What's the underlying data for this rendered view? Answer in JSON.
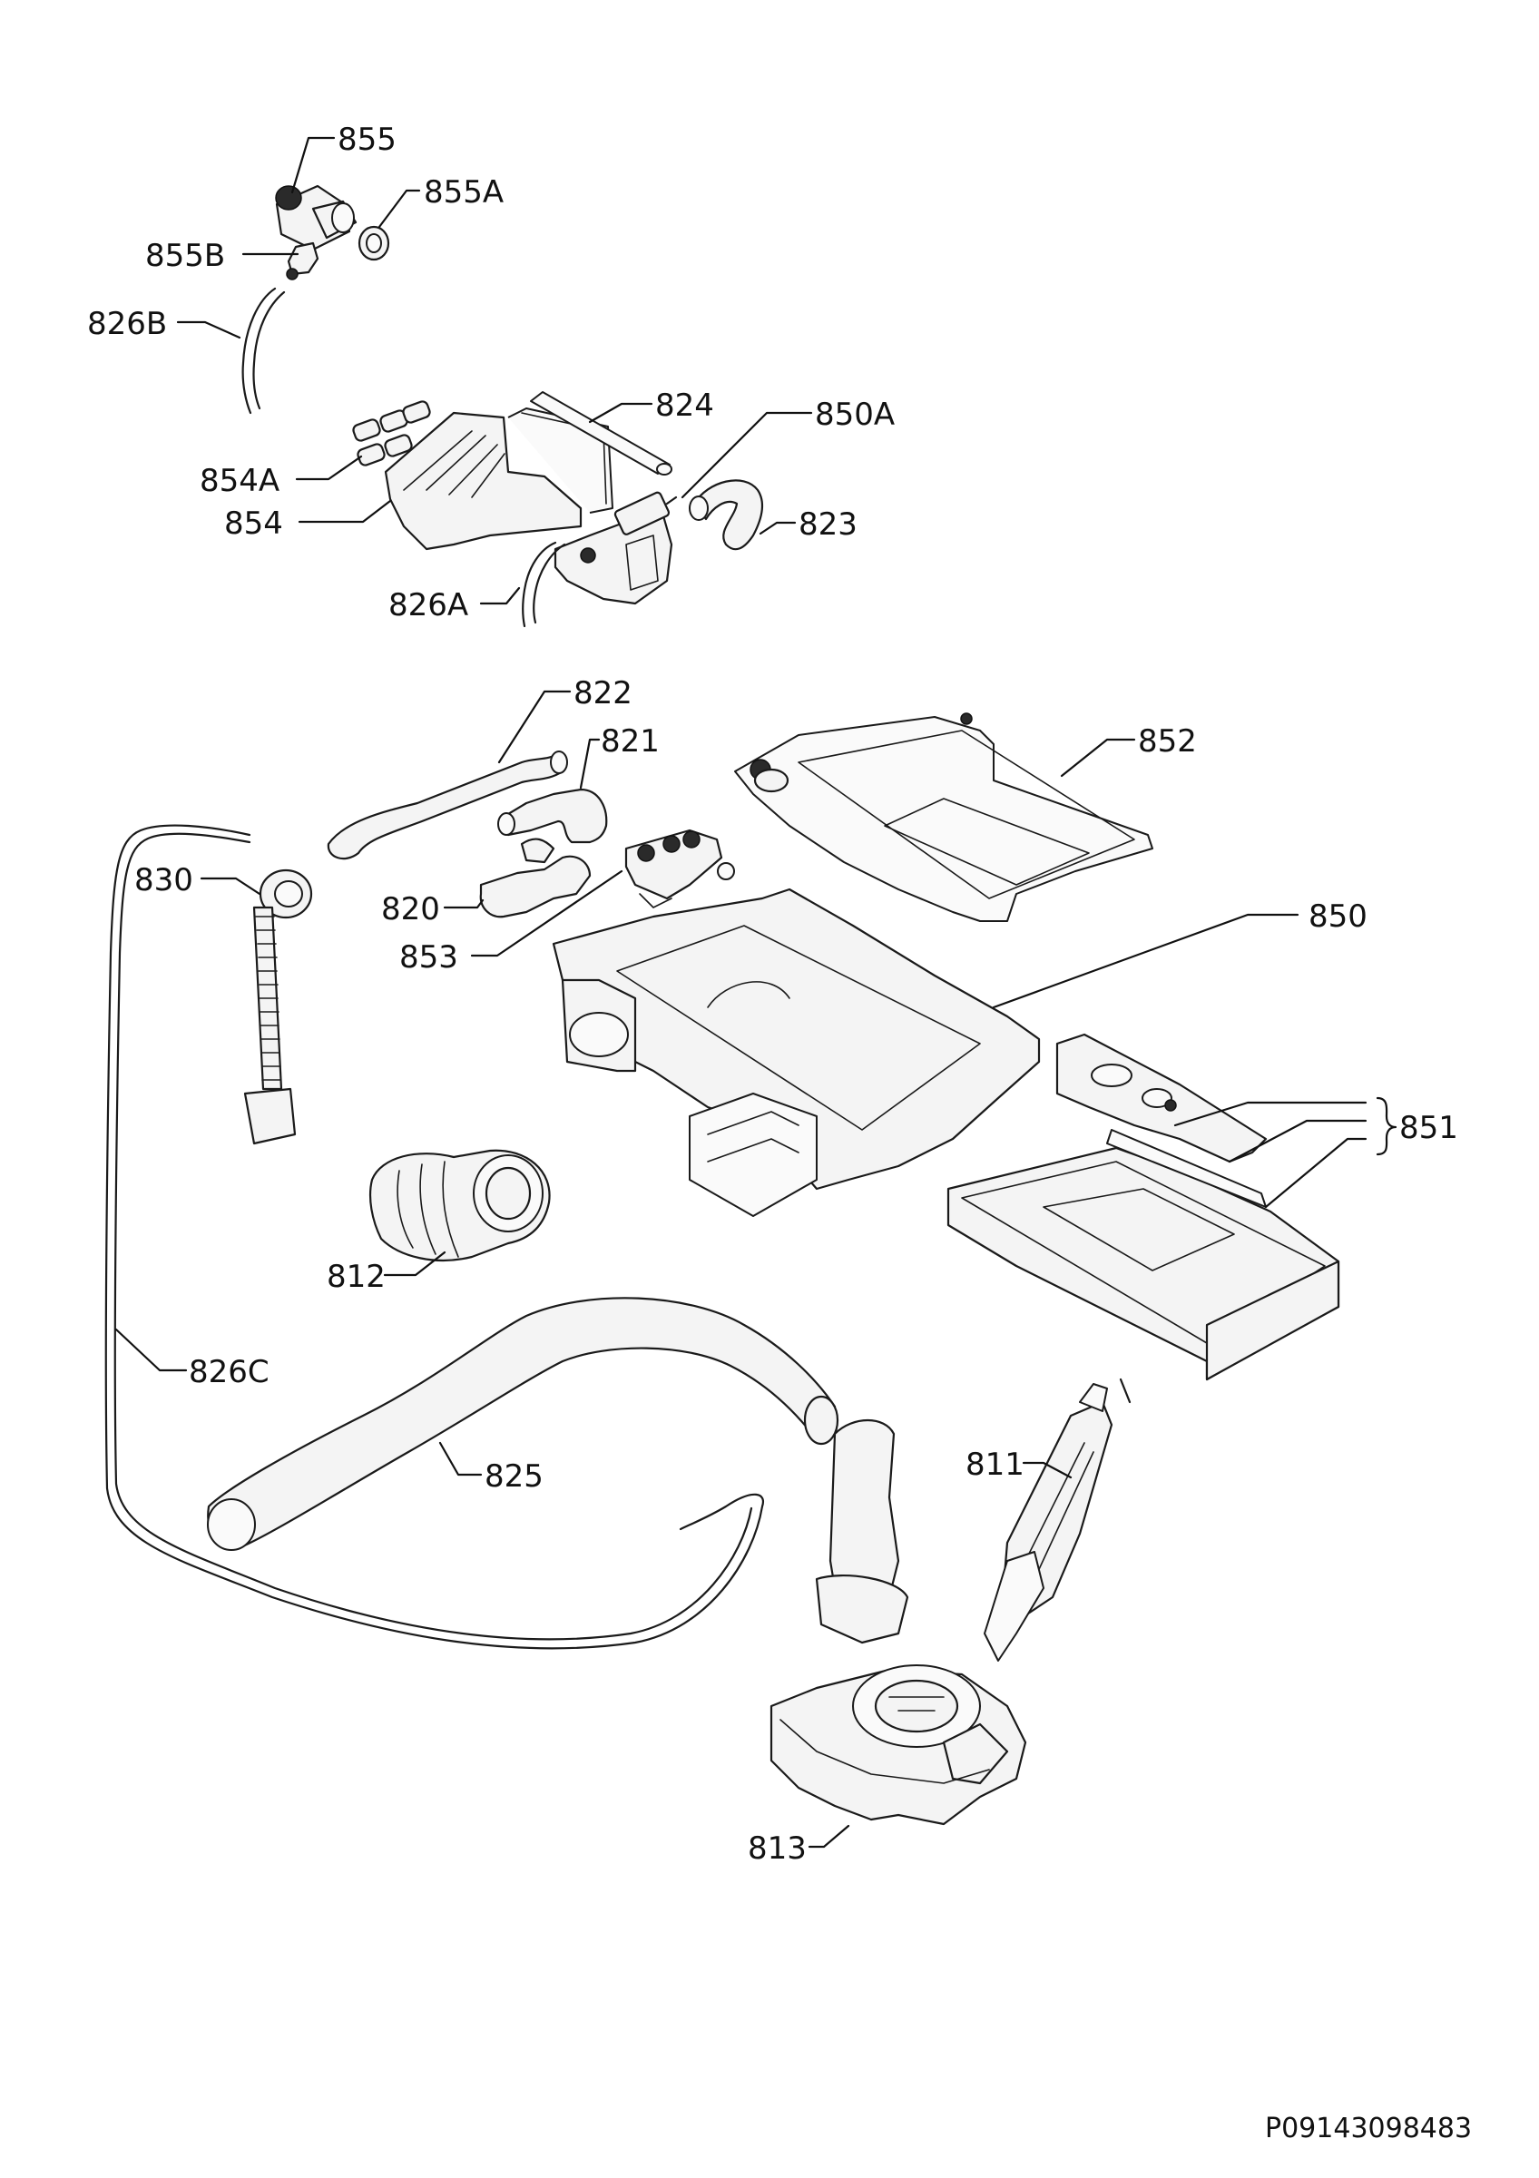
{
  "document_id": "P09143098483",
  "callouts": {
    "c855": "855",
    "c855A": "855A",
    "c855B": "855B",
    "c826B": "826B",
    "c824": "824",
    "c850A": "850A",
    "c854A": "854A",
    "c854": "854",
    "c823": "823",
    "c826A": "826A",
    "c822": "822",
    "c821": "821",
    "c852": "852",
    "c830": "830",
    "c820": "820",
    "c853": "853",
    "c850": "850",
    "c851": "851",
    "c812": "812",
    "c826C": "826C",
    "c825": "825",
    "c811": "811",
    "c813": "813"
  }
}
